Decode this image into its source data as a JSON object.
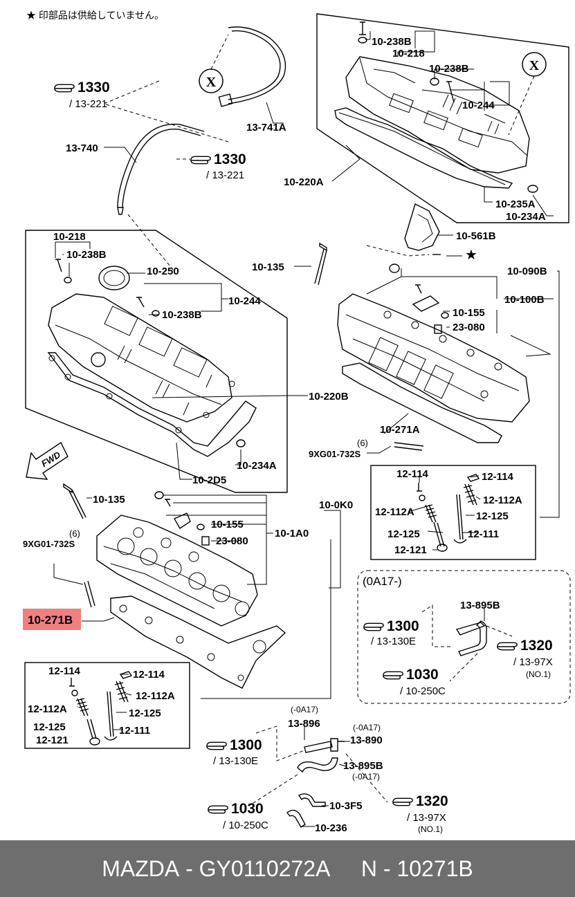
{
  "notice": {
    "star": "★",
    "text": "印部品は供給していません。"
  },
  "circle_marker": "X",
  "labels": {
    "p_10_238B_a": "10-238B",
    "p_10_218_a": "10-218",
    "p_10_238B_b": "10-238B",
    "p_10_244_a": "10-244",
    "p_10_220A": "10-220A",
    "p_10_235A": "10-235A",
    "p_10_234A_a": "10-234A",
    "p_10_561B": "10-561B",
    "p_13_741A": "13-741A",
    "p_13_740": "13-740",
    "p_10_218_b": "10-218",
    "p_10_238B_c": "10-238B",
    "p_10_250": "10-250",
    "p_10_244_b": "10-244",
    "p_10_238B_d": "10-238B",
    "p_10_220B": "10-220B",
    "p_10_234A_b": "10-234A",
    "p_10_2D5": "10-2D5",
    "p_10_135_a": "10-135",
    "p_10_090B": "10-090B",
    "p_10_100B": "10-100B",
    "p_10_155_a": "10-155",
    "p_23_080_a": "23-080",
    "p_10_271A": "10-271A",
    "qty_6_a": "(6)",
    "p_9XG_a": "9XG01-732S",
    "p_12_114_a": "12-114",
    "p_12_114_b": "12-114",
    "p_12_112A_a": "12-112A",
    "p_12_112A_b": "12-112A",
    "p_12_125_a": "12-125",
    "p_12_125_b": "12-125",
    "p_12_111_a": "12-111",
    "p_12_121_a": "12-121",
    "p_10_135_b": "10-135",
    "p_10_0K0": "10-0K0",
    "p_10_155_b": "10-155",
    "p_10_1A0": "10-1A0",
    "p_23_080_b": "23-080",
    "qty_6_b": "(6)",
    "p_9XG_b": "9XG01-732S",
    "p_10_271B": "10-271B",
    "p_12_114_c": "12-114",
    "p_12_114_d": "12-114",
    "p_12_112A_c": "12-112A",
    "p_12_112A_d": "12-112A",
    "p_12_125_c": "12-125",
    "p_12_125_d": "12-125",
    "p_12_111_b": "12-111",
    "p_12_121_b": "12-121",
    "box_0A17": "(0A17-)",
    "p_13_895B_a": "13-895B",
    "p_0A17_a": "(-0A17)",
    "p_13_896": "13-896",
    "p_0A17_b": "(-0A17)",
    "p_13_890": "13-890",
    "p_13_895B_b": "13-895B",
    "p_0A17_c": "(-0A17)",
    "p_10_3F5": "10-3F5",
    "p_10_236": "10-236",
    "fwd": "FWD"
  },
  "references": [
    {
      "id": "ref_1330_a",
      "big": "1330",
      "sub": "/ 13-221"
    },
    {
      "id": "ref_1330_b",
      "big": "1330",
      "sub": "/ 13-221"
    },
    {
      "id": "ref_1300_a",
      "big": "1300",
      "sub": "/ 13-130E"
    },
    {
      "id": "ref_1320_a",
      "big": "1320",
      "sub": "/ 13-97X",
      "note": "(NO.1)"
    },
    {
      "id": "ref_1030_a",
      "big": "1030",
      "sub": "/ 10-250C"
    },
    {
      "id": "ref_1300_b",
      "big": "1300",
      "sub": "/ 13-130E"
    },
    {
      "id": "ref_1030_b",
      "big": "1030",
      "sub": "/ 10-250C"
    },
    {
      "id": "ref_1320_b",
      "big": "1320",
      "sub": "/ 13-97X",
      "note": "(NO.1)"
    }
  ],
  "highlight": {
    "color": "#f08080"
  },
  "footer": {
    "brand": "MAZDA",
    "sep1": " - ",
    "part": "GY0110272A",
    "gap": "     ",
    "n": "N",
    "sep2": " - ",
    "ref": "10271B"
  },
  "colors": {
    "footer_bg": "#6e6e6e",
    "footer_text": "#ffffff"
  }
}
